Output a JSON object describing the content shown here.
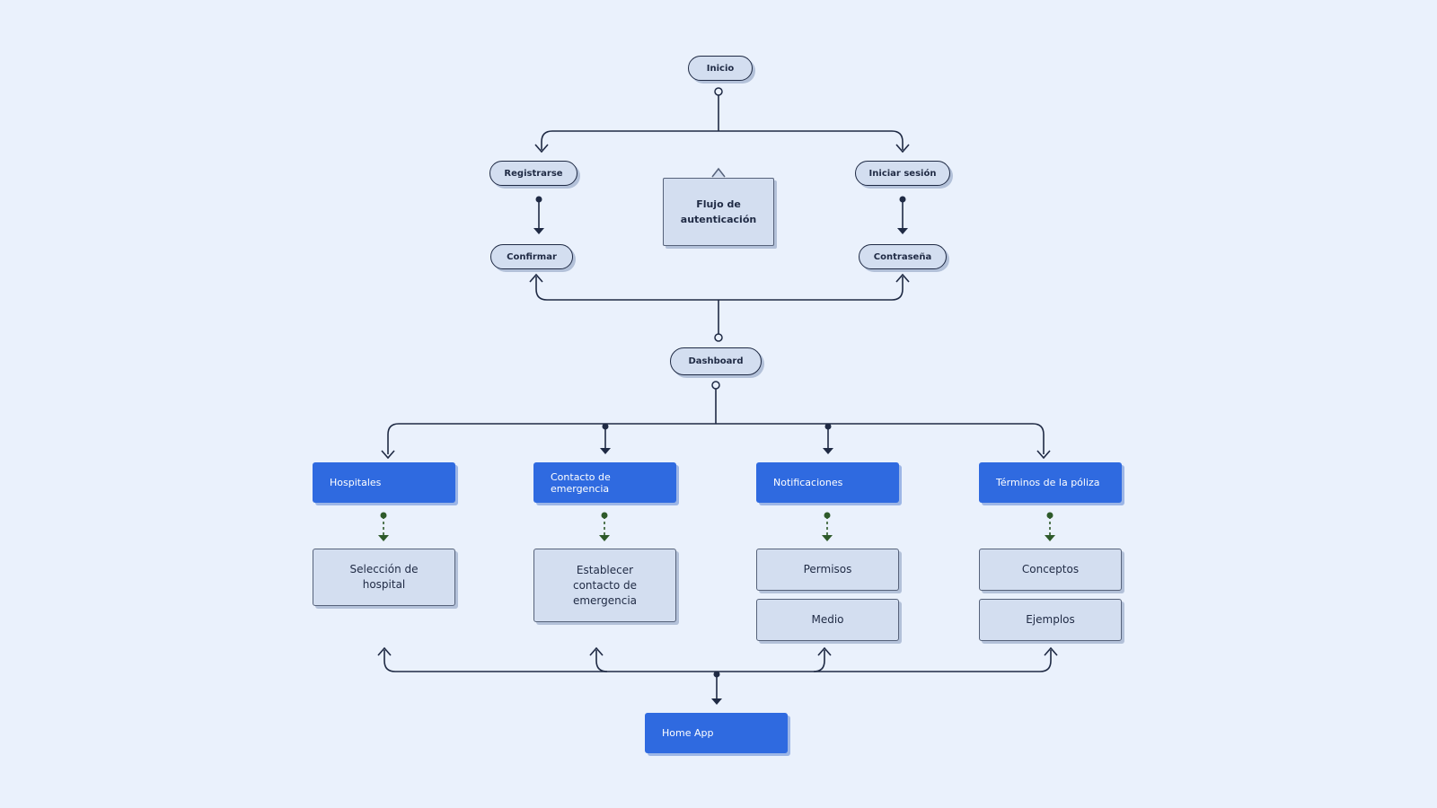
{
  "diagram": {
    "start": "Inicio",
    "register": "Registrarse",
    "login": "Iniciar sesión",
    "note": "Flujo de autenticación",
    "confirm": "Confirmar",
    "password": "Contraseña",
    "dashboard": "Dashboard",
    "sections": {
      "hospitals": "Hospitales",
      "emergency": "Contacto de emergencia",
      "notifications": "Notificaciones",
      "policy": "Términos de la póliza"
    },
    "subs": {
      "hospital_select": "Selección de hospital",
      "set_emergency": "Establecer contacto de emergencia",
      "permissions": "Permisos",
      "medium": "Medio",
      "concepts": "Conceptos",
      "examples": "Ejemplos"
    },
    "home": "Home App"
  },
  "colors": {
    "background": "#eaf1fc",
    "node_fill": "#d3def0",
    "accent_blue": "#2f6ae0",
    "line": "#1f2a44",
    "dashed_connector": "#2e5a2a"
  }
}
